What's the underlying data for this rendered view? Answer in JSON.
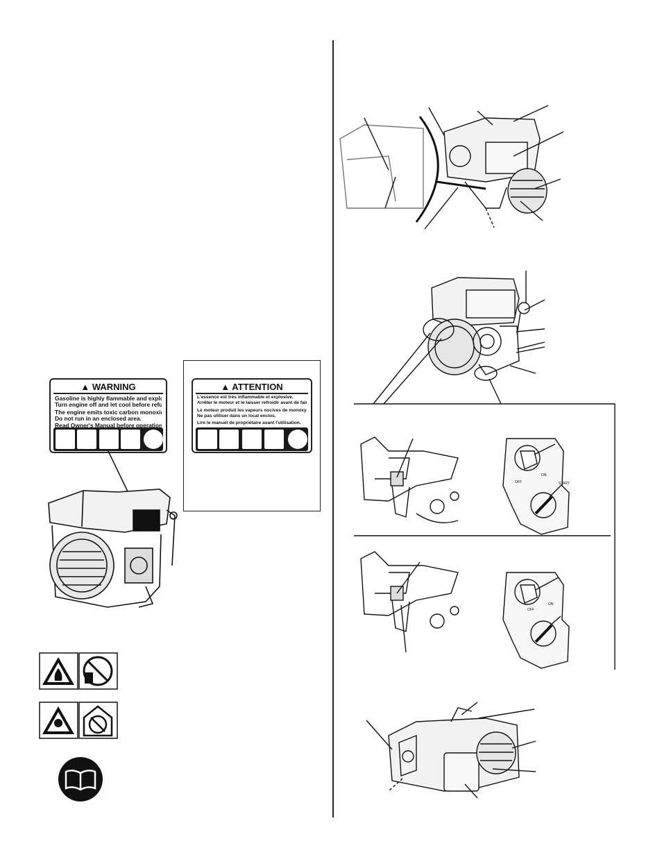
{
  "warning_label": {
    "title": "WARNING",
    "lines": [
      "Gasoline is highly flammable and explosive.",
      "Turn engine off and let cool before refueling.",
      "The engine emits toxic carbon monoxide.",
      "Do not run in an enclosed area.",
      "Read Owner's Manual before operation."
    ]
  },
  "attention_label": {
    "title": "ATTENTION",
    "lines": [
      "L'essence est très inflammable et explosive.",
      "Arrêter le moteur et le laisser refroidir avant de faire le plein d'essance.",
      "Le moteur produit les vapeurs nocives de monoxyde de carbone.",
      "Ne pas utiliser dans un local enclos.",
      "Lire le manuel de propriétaire avant l'utilisation."
    ]
  },
  "switch_marks": {
    "upper": [
      "OFF",
      "ON",
      "START"
    ],
    "lower": [
      "OFF",
      "ON"
    ]
  },
  "colors": {
    "ink": "#111111",
    "panel": "#1a1a1a"
  }
}
